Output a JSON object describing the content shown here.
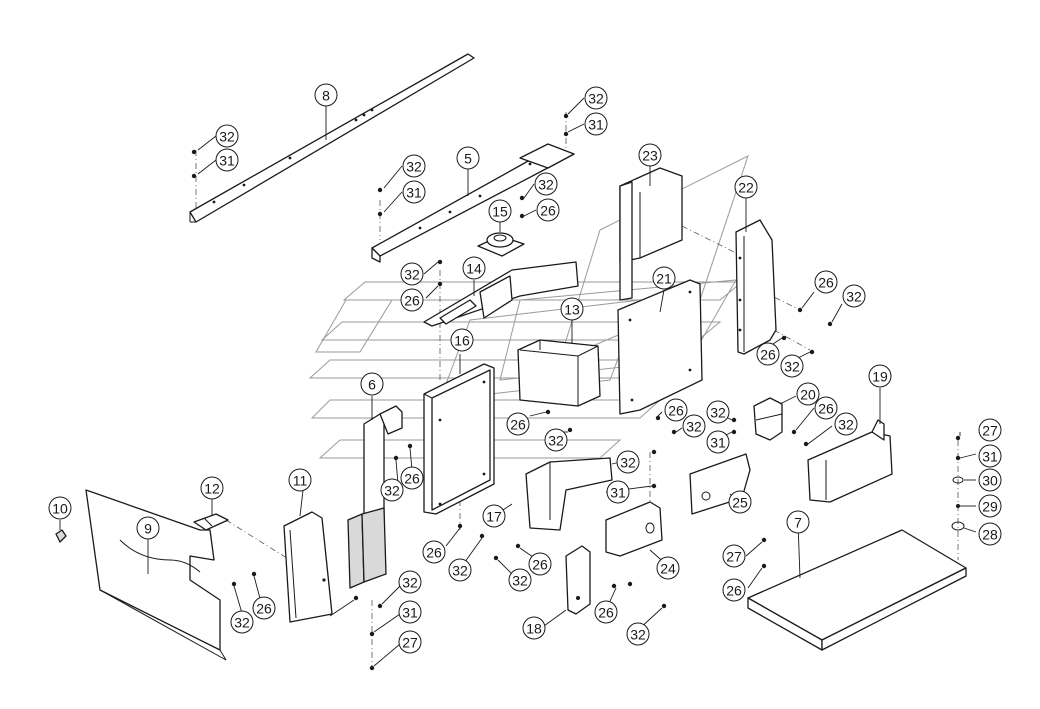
{
  "diagram": {
    "colors": {
      "line": "#1a1a1a",
      "background": "#ffffff",
      "watermark": "#9a9a9a"
    },
    "labels": [
      {
        "id": "p8",
        "text": "8"
      },
      {
        "id": "p32a",
        "text": "32"
      },
      {
        "id": "p31a",
        "text": "31"
      },
      {
        "id": "p32b",
        "text": "32"
      },
      {
        "id": "p31b",
        "text": "31"
      },
      {
        "id": "p5",
        "text": "5"
      },
      {
        "id": "p32c",
        "text": "32"
      },
      {
        "id": "p31c",
        "text": "31"
      },
      {
        "id": "p32d",
        "text": "32"
      },
      {
        "id": "p26a",
        "text": "26"
      },
      {
        "id": "p15",
        "text": "15"
      },
      {
        "id": "p23",
        "text": "23"
      },
      {
        "id": "p22",
        "text": "22"
      },
      {
        "id": "p14",
        "text": "14"
      },
      {
        "id": "p32e",
        "text": "32"
      },
      {
        "id": "p26b",
        "text": "26"
      },
      {
        "id": "p21",
        "text": "21"
      },
      {
        "id": "p26c",
        "text": "26"
      },
      {
        "id": "p32f",
        "text": "32"
      },
      {
        "id": "p13",
        "text": "13"
      },
      {
        "id": "p16",
        "text": "16"
      },
      {
        "id": "p26d",
        "text": "26"
      },
      {
        "id": "p32g",
        "text": "32"
      },
      {
        "id": "p6",
        "text": "6"
      },
      {
        "id": "p19",
        "text": "19"
      },
      {
        "id": "p20",
        "text": "20"
      },
      {
        "id": "p26e",
        "text": "26"
      },
      {
        "id": "p32h",
        "text": "32"
      },
      {
        "id": "p26f",
        "text": "26"
      },
      {
        "id": "p32i",
        "text": "32"
      },
      {
        "id": "p32j",
        "text": "32"
      },
      {
        "id": "p31d",
        "text": "31"
      },
      {
        "id": "p26g",
        "text": "26"
      },
      {
        "id": "p32k",
        "text": "32"
      },
      {
        "id": "p32l",
        "text": "32"
      },
      {
        "id": "p26h",
        "text": "26"
      },
      {
        "id": "p32m",
        "text": "32"
      },
      {
        "id": "p27a",
        "text": "27"
      },
      {
        "id": "p31e",
        "text": "31"
      },
      {
        "id": "p30",
        "text": "30"
      },
      {
        "id": "p29",
        "text": "29"
      },
      {
        "id": "p28",
        "text": "28"
      },
      {
        "id": "p11",
        "text": "11"
      },
      {
        "id": "p12",
        "text": "12"
      },
      {
        "id": "p10",
        "text": "10"
      },
      {
        "id": "p9",
        "text": "9"
      },
      {
        "id": "p17",
        "text": "17"
      },
      {
        "id": "p31f",
        "text": "31"
      },
      {
        "id": "p25",
        "text": "25"
      },
      {
        "id": "p7",
        "text": "7"
      },
      {
        "id": "p26i",
        "text": "26"
      },
      {
        "id": "p32n",
        "text": "32"
      },
      {
        "id": "p26j",
        "text": "26"
      },
      {
        "id": "p32o",
        "text": "32"
      },
      {
        "id": "p24",
        "text": "24"
      },
      {
        "id": "p27b",
        "text": "27"
      },
      {
        "id": "p26k",
        "text": "26"
      },
      {
        "id": "p32p",
        "text": "32"
      },
      {
        "id": "p26l",
        "text": "26"
      },
      {
        "id": "p32q",
        "text": "32"
      },
      {
        "id": "p31g",
        "text": "31"
      },
      {
        "id": "p27c",
        "text": "27"
      },
      {
        "id": "p18",
        "text": "18"
      },
      {
        "id": "p26m",
        "text": "26"
      },
      {
        "id": "p32r",
        "text": "32"
      }
    ]
  }
}
